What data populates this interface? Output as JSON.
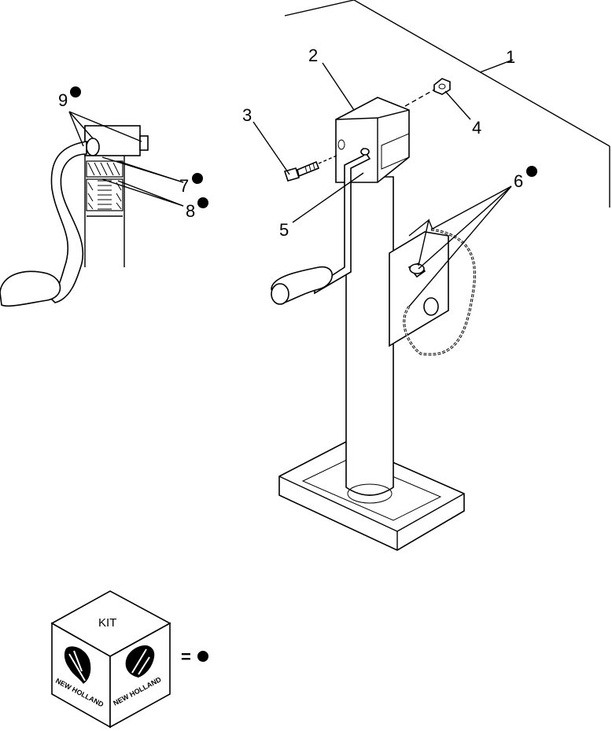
{
  "callouts": [
    {
      "id": "1",
      "label": "1"
    },
    {
      "id": "2",
      "label": "2"
    },
    {
      "id": "3",
      "label": "3"
    },
    {
      "id": "4",
      "label": "4"
    },
    {
      "id": "5",
      "label": "5"
    },
    {
      "id": "6",
      "label": "6"
    },
    {
      "id": "7",
      "label": "7"
    },
    {
      "id": "8",
      "label": "8"
    },
    {
      "id": "9",
      "label": "9"
    }
  ],
  "legend": {
    "kit_label": "KIT",
    "brand_left": "NEW HOLLAND",
    "brand_right": "NEW HOLLAND",
    "equals": "="
  },
  "icons": {
    "kit_marker": "filled-circle-dot",
    "brand_logo": "new-holland-leaf-logo"
  }
}
